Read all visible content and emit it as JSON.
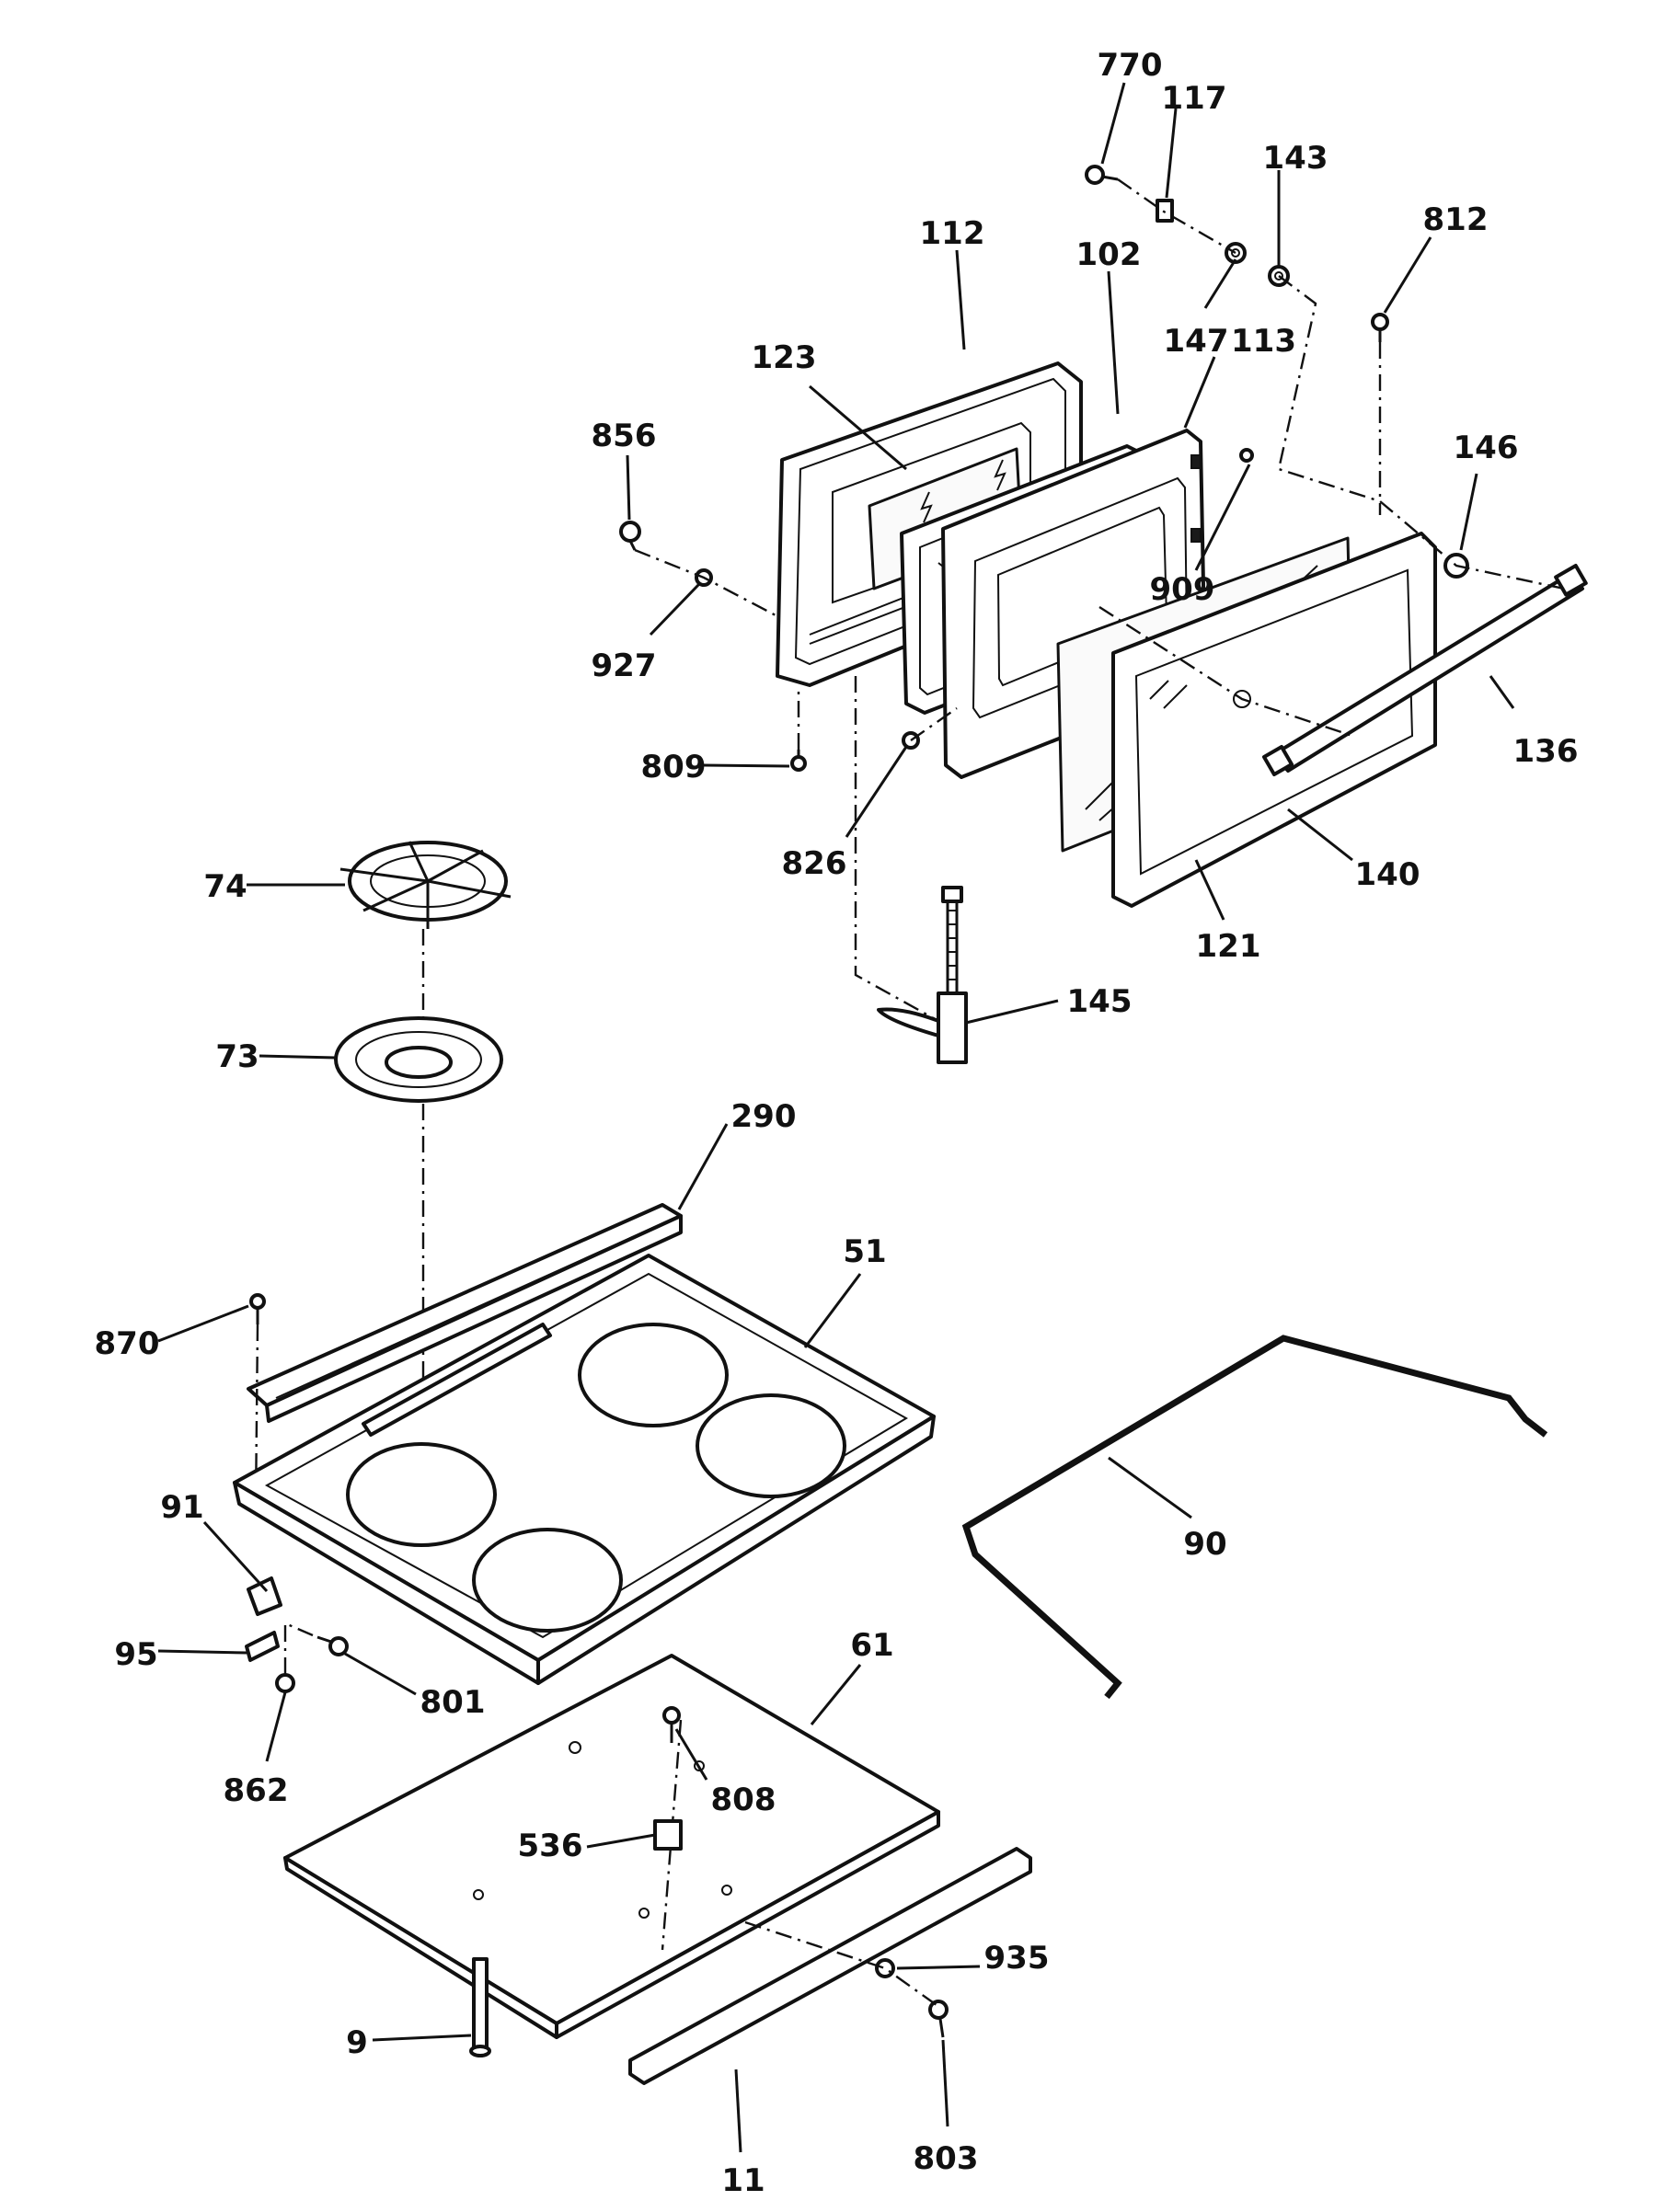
{
  "callouts": [
    {
      "id": "c770",
      "text": "770"
    },
    {
      "id": "c117",
      "text": "117"
    },
    {
      "id": "c143",
      "text": "143"
    },
    {
      "id": "c812",
      "text": "812"
    },
    {
      "id": "c112",
      "text": "112"
    },
    {
      "id": "c102",
      "text": "102"
    },
    {
      "id": "c147",
      "text": "147"
    },
    {
      "id": "c113",
      "text": "113"
    },
    {
      "id": "c123",
      "text": "123"
    },
    {
      "id": "c856",
      "text": "856"
    },
    {
      "id": "c146",
      "text": "146"
    },
    {
      "id": "c909",
      "text": "909"
    },
    {
      "id": "c927",
      "text": "927"
    },
    {
      "id": "c136",
      "text": "136"
    },
    {
      "id": "c809",
      "text": "809"
    },
    {
      "id": "c826",
      "text": "826"
    },
    {
      "id": "c140",
      "text": "140"
    },
    {
      "id": "c74",
      "text": "74"
    },
    {
      "id": "c121",
      "text": "121"
    },
    {
      "id": "c145",
      "text": "145"
    },
    {
      "id": "c73",
      "text": "73"
    },
    {
      "id": "c290",
      "text": "290"
    },
    {
      "id": "c51",
      "text": "51"
    },
    {
      "id": "c870",
      "text": "870"
    },
    {
      "id": "c90",
      "text": "90"
    },
    {
      "id": "c91",
      "text": "91"
    },
    {
      "id": "c61",
      "text": "61"
    },
    {
      "id": "c95",
      "text": "95"
    },
    {
      "id": "c801",
      "text": "801"
    },
    {
      "id": "c862",
      "text": "862"
    },
    {
      "id": "c808",
      "text": "808"
    },
    {
      "id": "c536",
      "text": "536"
    },
    {
      "id": "c935",
      "text": "935"
    },
    {
      "id": "c9",
      "text": "9"
    },
    {
      "id": "c11",
      "text": "11"
    },
    {
      "id": "c803",
      "text": "803"
    }
  ]
}
